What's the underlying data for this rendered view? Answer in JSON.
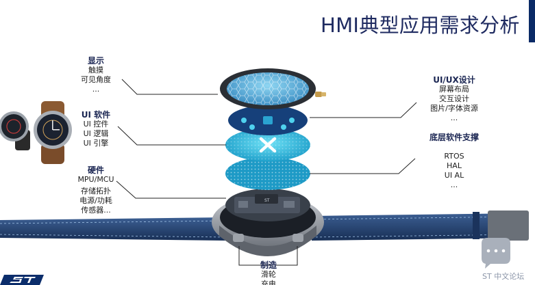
{
  "title": "HMI典型应用需求分析",
  "display": {
    "heading": "显示",
    "lines": [
      "触摸",
      "可见角度",
      "..."
    ]
  },
  "ui_software": {
    "heading": "UI 软件",
    "lines": [
      "UI 控件",
      "UI 逻辑",
      "UI 引擎"
    ]
  },
  "hardware": {
    "heading": "硬件",
    "lines": [
      "MPU/MCU",
      "存储拓扑",
      "电源/功耗",
      "传感器..."
    ]
  },
  "uiux": {
    "heading": "UI/UX设计",
    "lines": [
      "屏幕布局",
      "交互设计",
      "图片/字体资源",
      "..."
    ]
  },
  "base_software": {
    "heading": "底层软件支撑",
    "lines": [
      "RTOS",
      "HAL",
      "UI AL",
      "..."
    ]
  },
  "manufacturing": {
    "heading": "制造",
    "lines": [
      "滑轮",
      "充电"
    ]
  },
  "footer_brand": "ST 中文论坛",
  "colors": {
    "title": "#1e2a60",
    "accent_bar": "#0a2a66",
    "cyan_layer": "#2fb6d8",
    "navy_layer": "#16407a",
    "strap": "#23416f"
  },
  "icons": [
    "watch-product-photo",
    "exploded-watch-layers",
    "st-logo",
    "chat-bubble-icon"
  ]
}
